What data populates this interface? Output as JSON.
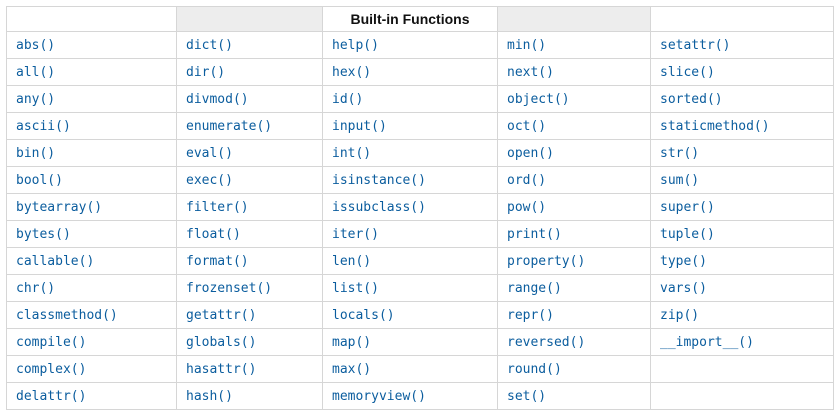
{
  "header": {
    "title": "Built-in Functions"
  },
  "table": {
    "row_count": 14,
    "columns": [
      {
        "items": [
          "abs()",
          "all()",
          "any()",
          "ascii()",
          "bin()",
          "bool()",
          "bytearray()",
          "bytes()",
          "callable()",
          "chr()",
          "classmethod()",
          "compile()",
          "complex()",
          "delattr()"
        ]
      },
      {
        "items": [
          "dict()",
          "dir()",
          "divmod()",
          "enumerate()",
          "eval()",
          "exec()",
          "filter()",
          "float()",
          "format()",
          "frozenset()",
          "getattr()",
          "globals()",
          "hasattr()",
          "hash()"
        ]
      },
      {
        "items": [
          "help()",
          "hex()",
          "id()",
          "input()",
          "int()",
          "isinstance()",
          "issubclass()",
          "iter()",
          "len()",
          "list()",
          "locals()",
          "map()",
          "max()",
          "memoryview()"
        ]
      },
      {
        "items": [
          "min()",
          "next()",
          "object()",
          "oct()",
          "open()",
          "ord()",
          "pow()",
          "print()",
          "property()",
          "range()",
          "repr()",
          "reversed()",
          "round()",
          "set()"
        ]
      },
      {
        "items": [
          "setattr()",
          "slice()",
          "sorted()",
          "staticmethod()",
          "str()",
          "sum()",
          "super()",
          "tuple()",
          "type()",
          "vars()",
          "zip()",
          "__import__()",
          "",
          ""
        ]
      }
    ]
  },
  "colors": {
    "link": "#0b5d9e",
    "border": "#d6d6d6",
    "header_bg": "#ededed",
    "text": "#1a1a1a",
    "page_bg": "#ffffff"
  }
}
